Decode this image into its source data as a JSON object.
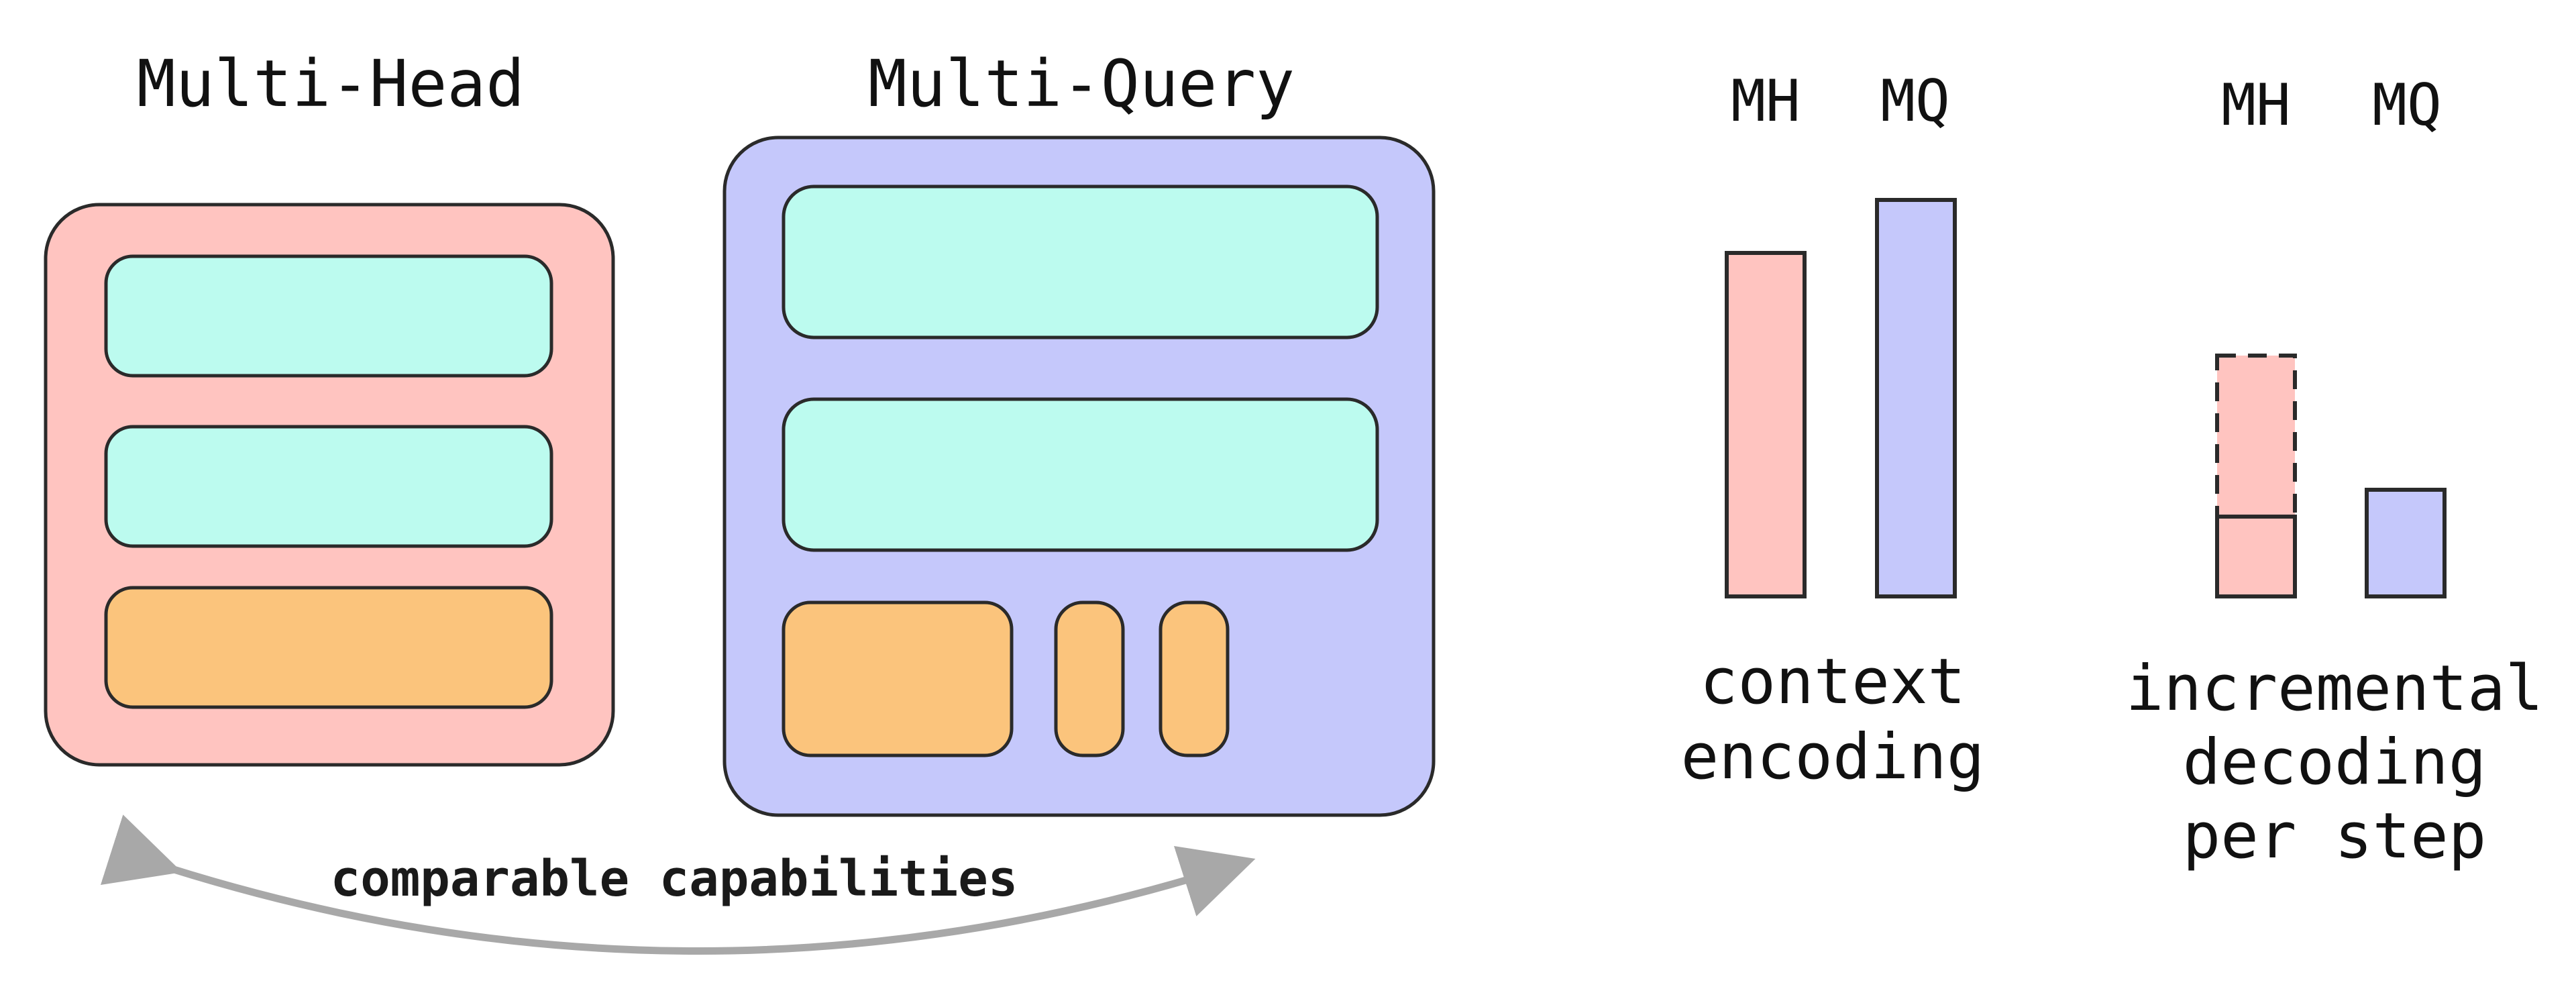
{
  "colors": {
    "multi_head_bg": "#ffc4c0",
    "multi_query_bg": "#c5c8fb",
    "query_block": "#bcfbef",
    "kv_block": "#fbc47c",
    "stroke": "#2a2a2a",
    "arrow": "#a8a8a8"
  },
  "diagram": {
    "multi_head_title": "Multi-Head",
    "multi_query_title": "Multi-Query",
    "capabilities_label": "comparable capabilities"
  },
  "bar_groups": [
    {
      "labels": [
        "MH",
        "MQ"
      ],
      "caption_lines": [
        "context",
        "encoding"
      ]
    },
    {
      "labels": [
        "MH",
        "MQ"
      ],
      "caption_lines": [
        "incremental",
        "decoding",
        "per step"
      ]
    }
  ],
  "chart_data": {
    "type": "bar",
    "note_visible": "",
    "groups": [
      {
        "caption": "context encoding",
        "categories": [
          "MH",
          "MQ"
        ],
        "values": [
          0.87,
          1.0
        ]
      },
      {
        "caption": "incremental decoding per step",
        "categories": [
          "MH",
          "MQ"
        ],
        "values": [
          0.2,
          0.26
        ],
        "dashed_extension": [
          0.4,
          null
        ]
      }
    ]
  }
}
